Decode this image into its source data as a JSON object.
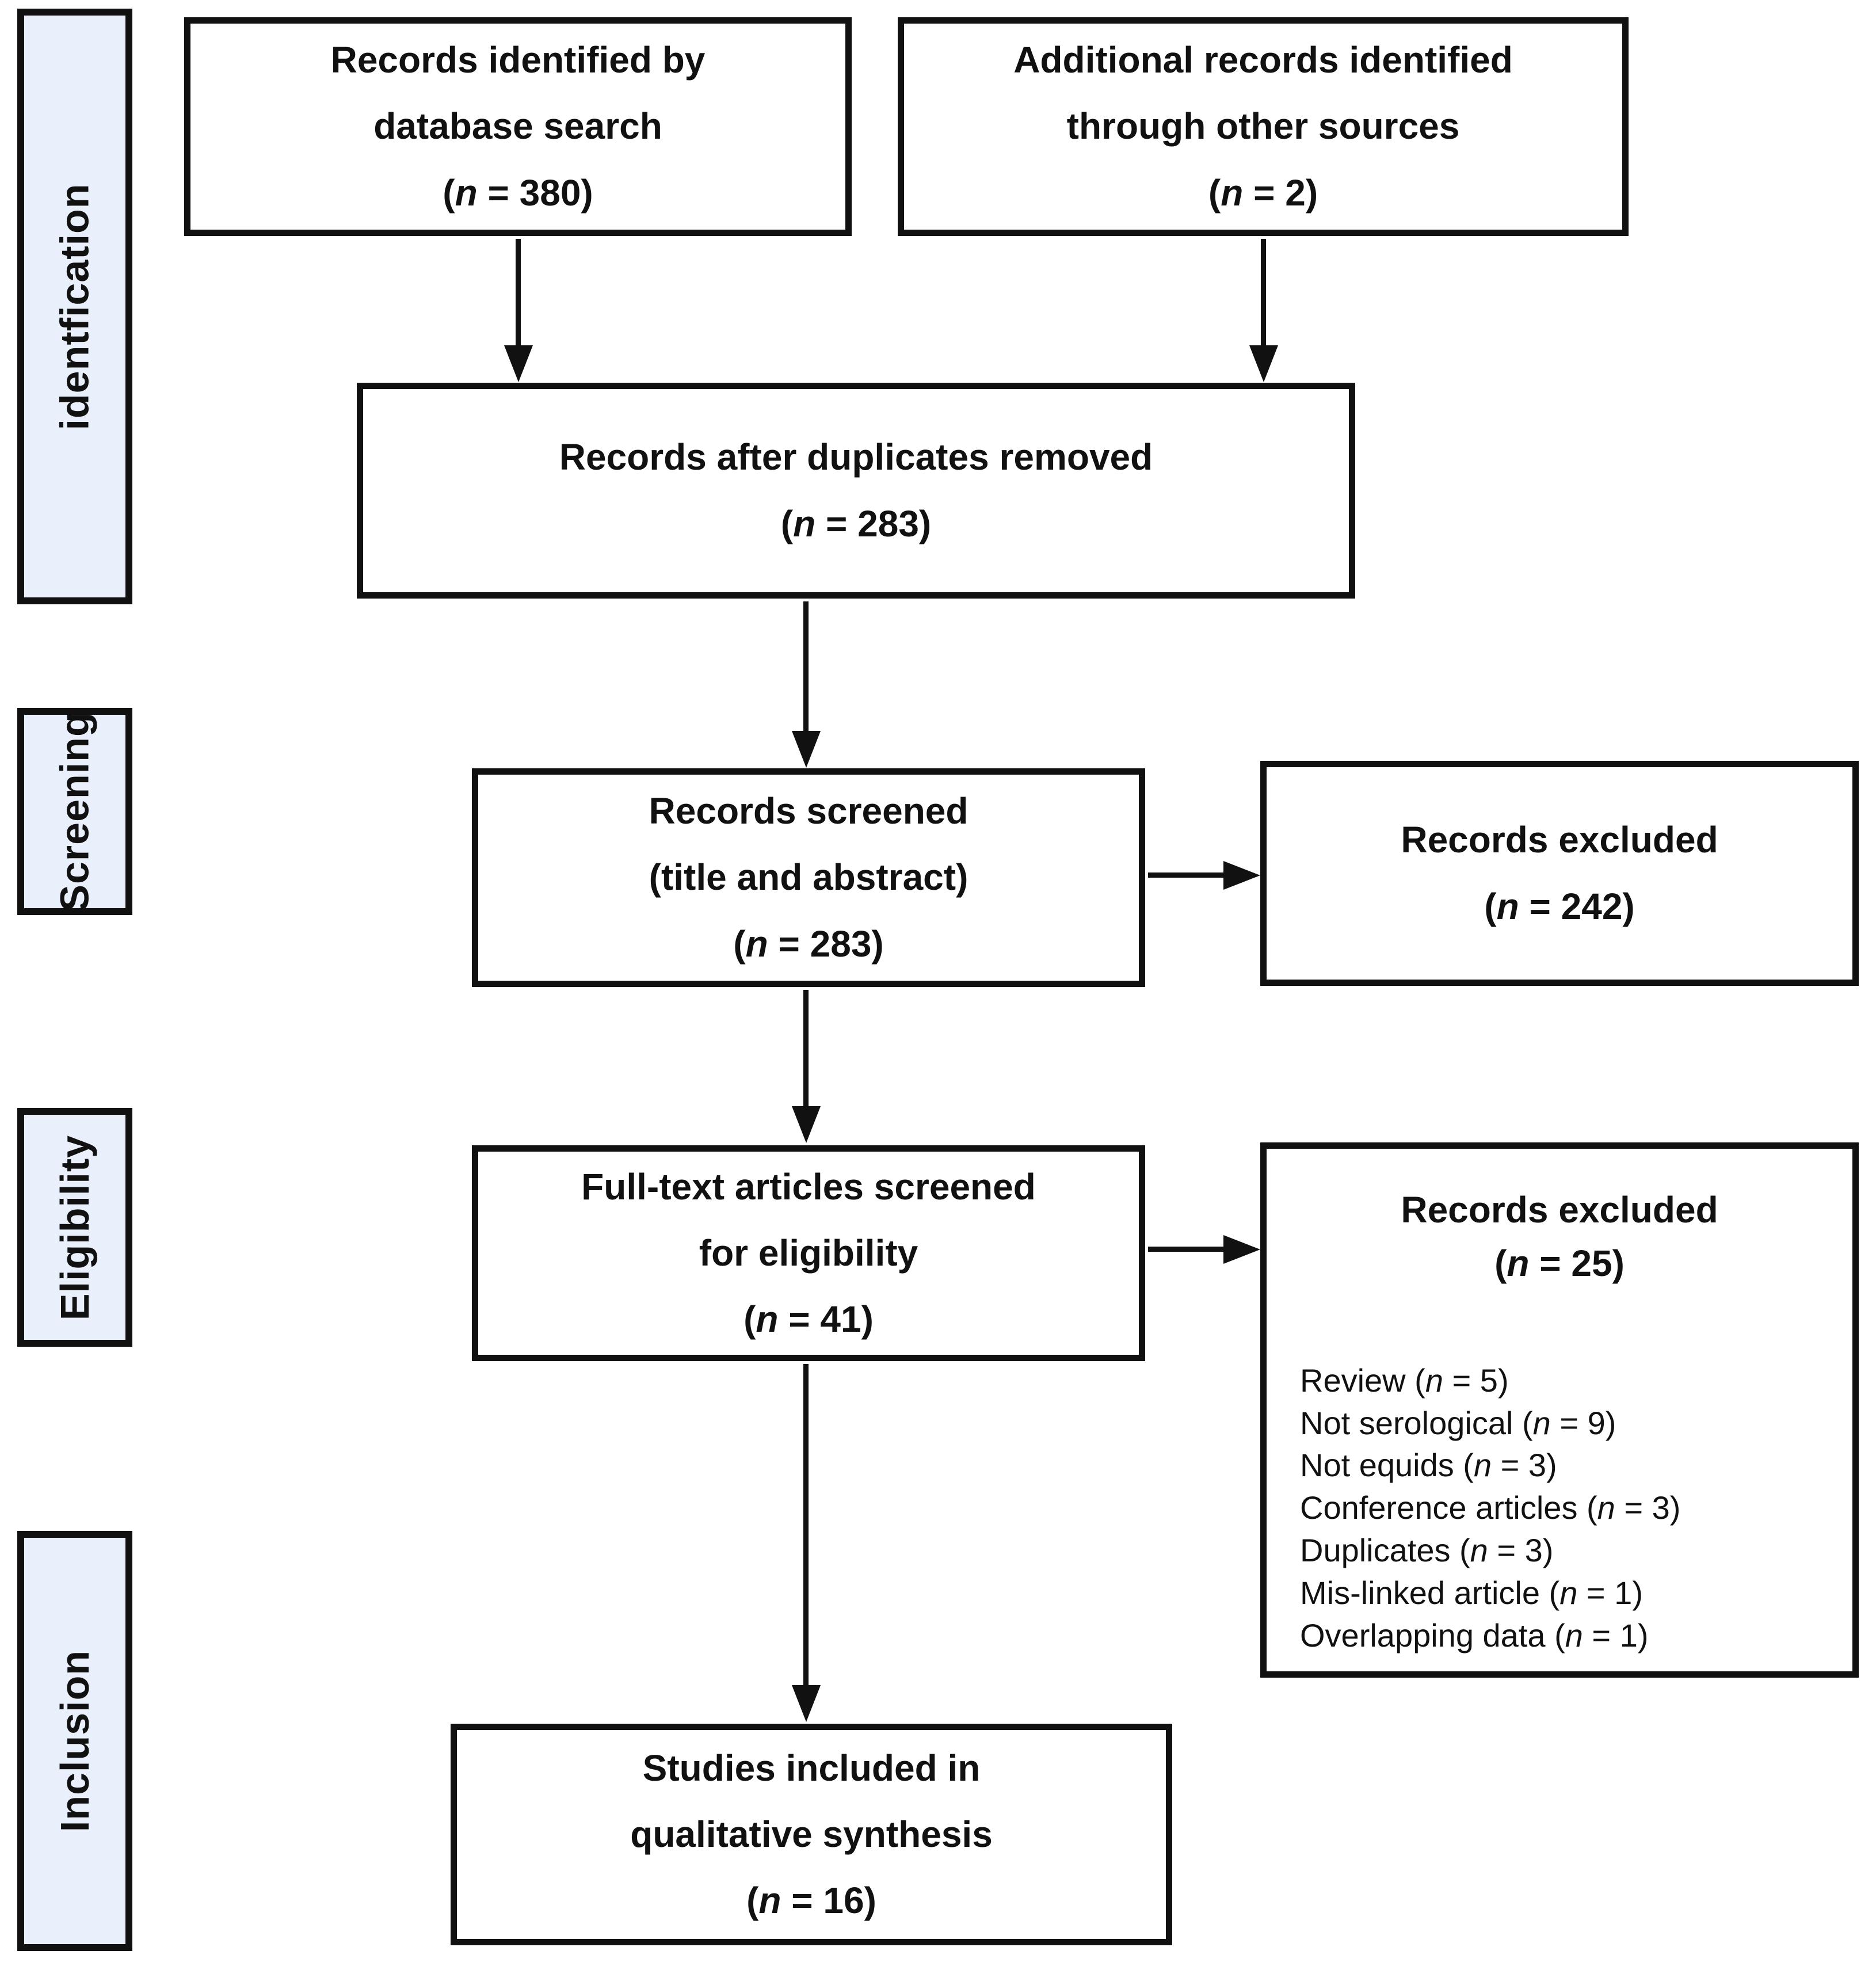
{
  "diagram": {
    "title": "PRISMA flow diagram",
    "stages": [
      {
        "label": "identfication"
      },
      {
        "label": "Screening"
      },
      {
        "label": "Eligibility"
      },
      {
        "label": "Inclusion"
      }
    ],
    "boxes": {
      "db": "Records identified by\ndatabase search\n(n = 380)",
      "other": "Additional records identified\nthrough other sources\n(n = 2)",
      "dup": "Records after duplicates removed\n(n = 283)",
      "screen": "Records screened\n(title and abstract)\n(n = 283)",
      "excl1": "Records excluded\n(n = 242)",
      "full": "Full-text articles screened\nfor eligibility\n(n = 41)",
      "excl2_heading": "Records excluded\n(n = 25)",
      "excl2_items": [
        "Review (n = 5)",
        "Not serological (n = 9)",
        "Not equids (n = 3)",
        "Conference articles (n = 3)",
        "Duplicates (n = 3)",
        "Mis-linked article (n = 1)",
        "Overlapping data (n = 1)"
      ],
      "incl": "Studies included in\nqualitative synthesis\n(n = 16)"
    },
    "colors": {
      "stage_fill": "#e9f0fb",
      "line": "#111111",
      "box_fill": "#ffffff"
    }
  }
}
